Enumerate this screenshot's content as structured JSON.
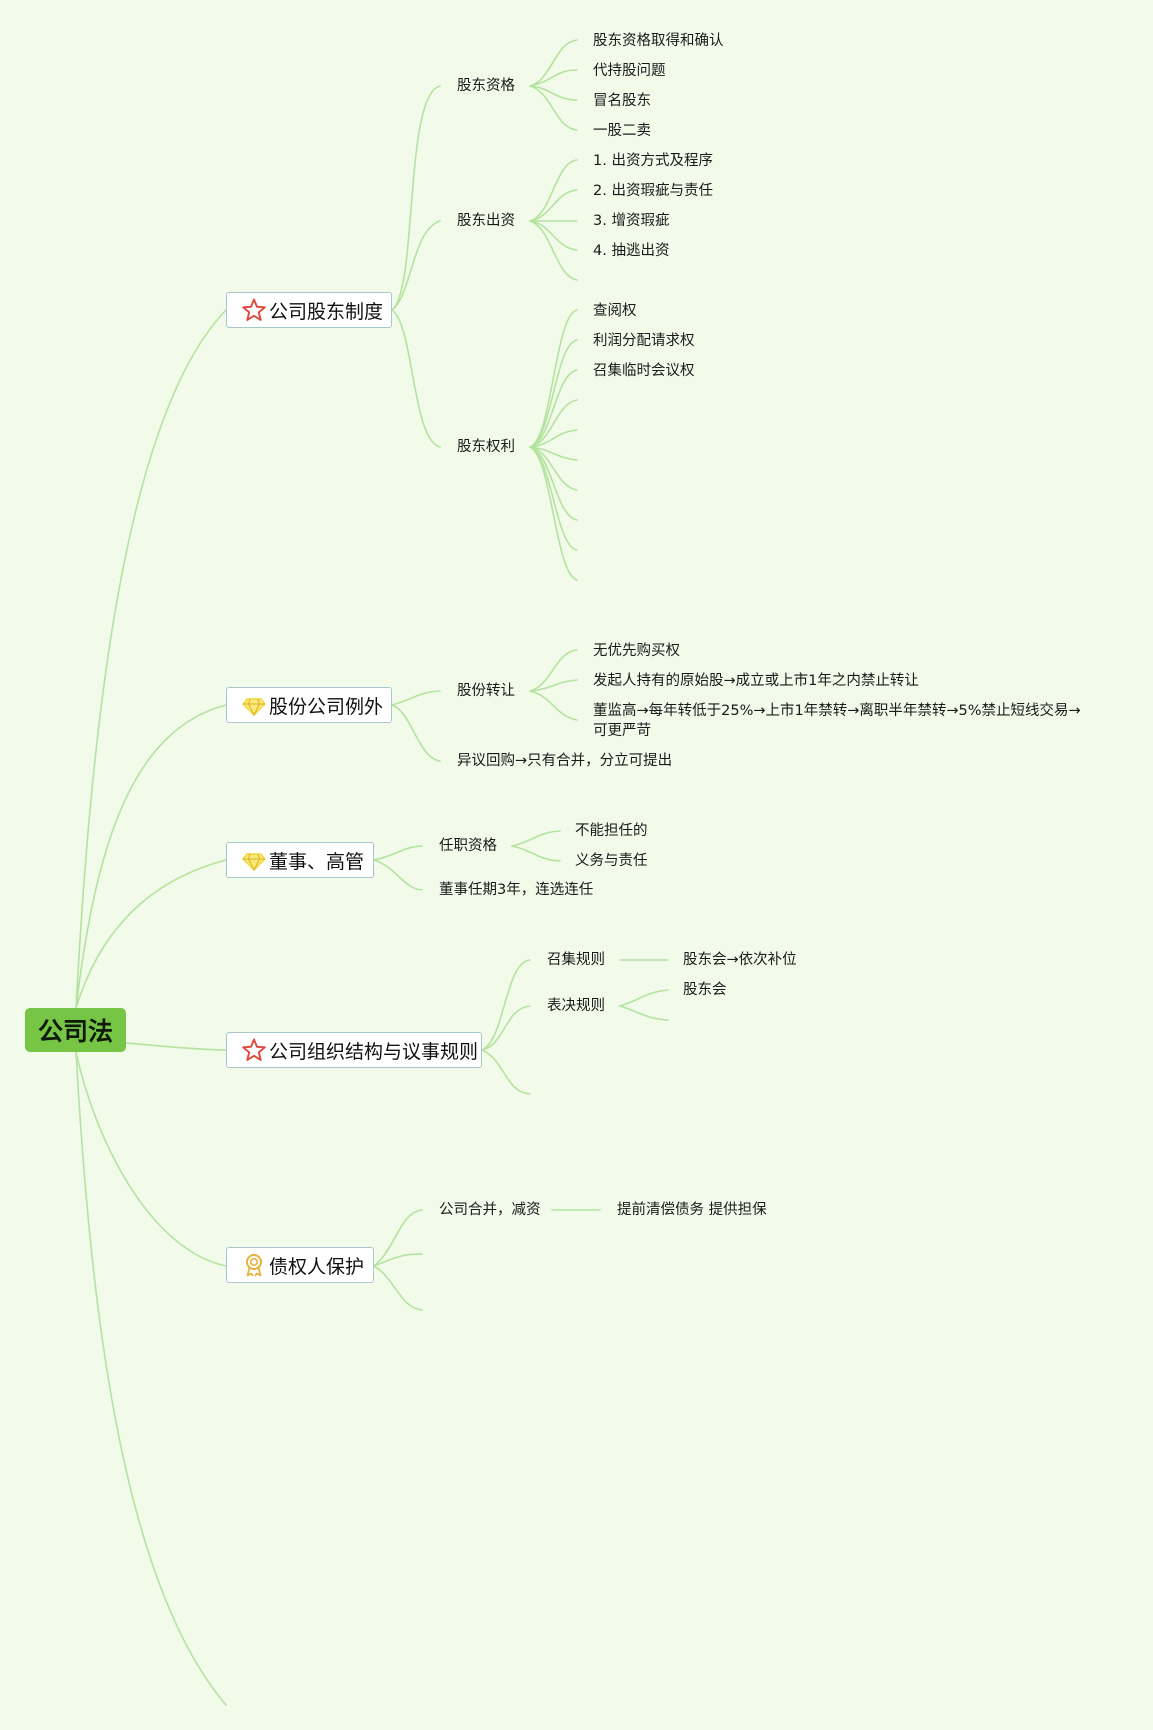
{
  "root": {
    "label": "公司法"
  },
  "branches": {
    "shareholder_system": {
      "label": "公司股东制度",
      "icon": "star-icon",
      "qualification": {
        "label": "股东资格",
        "items": [
          "股东资格取得和确认",
          "代持股问题",
          "冒名股东",
          "一股二卖"
        ]
      },
      "capital": {
        "label": "股东出资",
        "items": [
          "1. 出资方式及程序",
          "2. 出资瑕疵与责任",
          "3. 增资瑕疵",
          "4. 抽逃出资"
        ]
      },
      "rights": {
        "label": "股东权利",
        "items": [
          "查阅权",
          "利润分配请求权",
          "召集临时会议权"
        ]
      }
    },
    "joint_stock": {
      "label": "股份公司例外",
      "icon": "diamond-icon",
      "transfer": {
        "label": "股份转让",
        "items": [
          "无优先购买权",
          "发起人持有的原始股→成立或上市1年之内禁止转让",
          "董监高→每年转低于25%→上市1年禁转→离职半年禁转→5%禁止短线交易→可更严苛"
        ]
      },
      "buyback": {
        "label": "异议回购→只有合并，分立可提出"
      }
    },
    "directors": {
      "label": "董事、高管",
      "icon": "diamond-icon",
      "qualification": {
        "label": "任职资格",
        "items": [
          "不能担任的",
          "义务与责任"
        ]
      },
      "term": {
        "label": "董事任期3年，连选连任"
      }
    },
    "organization": {
      "label": "公司组织结构与议事规则",
      "icon": "star-icon",
      "convene": {
        "label": "召集规则",
        "leaf": "股东会→依次补位"
      },
      "vote": {
        "label": "表决规则",
        "leaf": "股东会"
      }
    },
    "creditors": {
      "label": "债权人保护",
      "icon": "medal-icon",
      "merger": {
        "label": "公司合并，减资",
        "leaf": "提前清偿债务 提供担保"
      }
    }
  },
  "colors": {
    "background": "#f2fae9",
    "root": "#77c545",
    "connector": "#b4e3a0",
    "node_border": "#a8c8cf",
    "star_icon": "#e0463a",
    "diamond_icon": "#f2d53c",
    "medal_icon": "#e8b23a"
  }
}
